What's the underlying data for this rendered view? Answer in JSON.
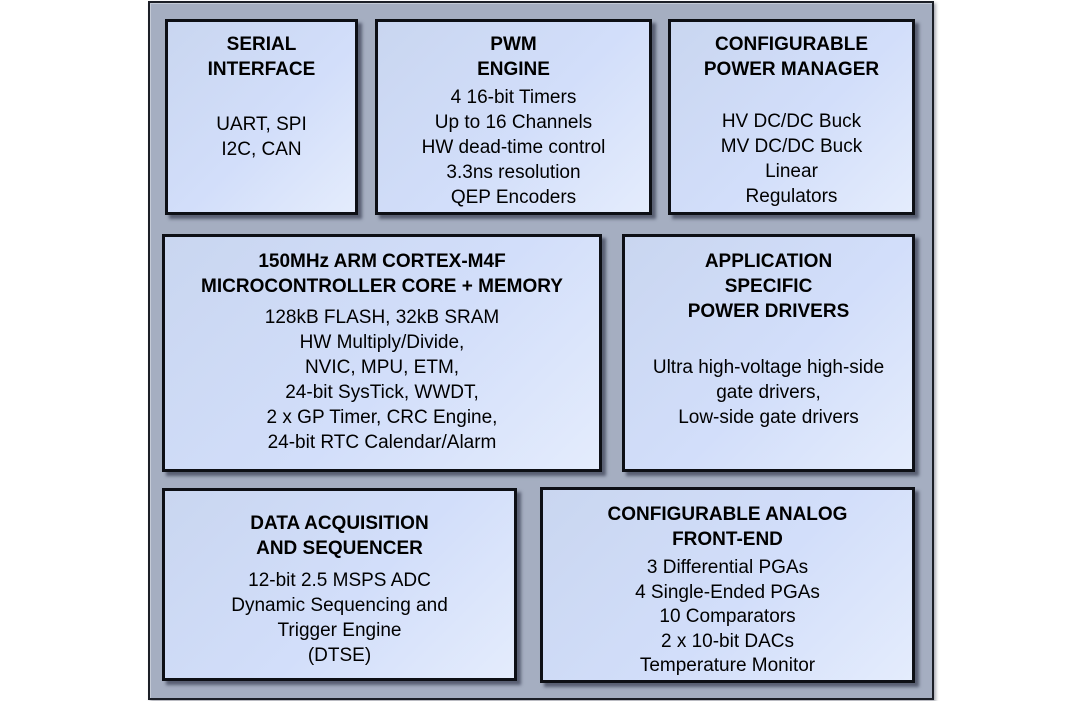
{
  "diagram": {
    "type": "block-diagram",
    "description": "Microcontroller SoC block diagram",
    "colors": {
      "page_background": "#ffffff",
      "chip_background": "#a5aec1",
      "chip_border": "#1c1f27",
      "block_fill": "#d2defa",
      "block_border": "#0d0f15",
      "text": "#000000"
    },
    "blocks": {
      "serial_interface": {
        "title_lines": [
          "SERIAL",
          "INTERFACE"
        ],
        "items": [
          "UART, SPI",
          "I2C, CAN"
        ]
      },
      "pwm_engine": {
        "title_lines": [
          "PWM",
          "ENGINE"
        ],
        "items": [
          "4 16-bit Timers",
          "Up to 16 Channels",
          "HW dead-time control",
          "3.3ns resolution",
          "QEP Encoders"
        ]
      },
      "configurable_power_manager": {
        "title_lines": [
          "CONFIGURABLE",
          "POWER MANAGER"
        ],
        "items": [
          "HV DC/DC Buck",
          "MV DC/DC Buck",
          "Linear",
          "Regulators"
        ]
      },
      "mcu_core": {
        "title_lines": [
          "150MHz ARM CORTEX-M4F",
          "MICROCONTROLLER CORE + MEMORY"
        ],
        "items": [
          "128kB FLASH, 32kB SRAM",
          "HW Multiply/Divide,",
          "NVIC, MPU, ETM,",
          "24-bit SysTick, WWDT,",
          "2 x GP Timer, CRC Engine,",
          "24-bit RTC Calendar/Alarm"
        ]
      },
      "application_power_drivers": {
        "title_lines": [
          "APPLICATION",
          "SPECIFIC",
          "POWER DRIVERS"
        ],
        "items": [
          "Ultra high-voltage high-side",
          "gate drivers,",
          "Low-side gate drivers"
        ]
      },
      "data_acquisition": {
        "title_lines": [
          "DATA ACQUISITION",
          "AND SEQUENCER"
        ],
        "items": [
          "12-bit 2.5 MSPS ADC",
          "Dynamic Sequencing and",
          "Trigger Engine",
          "(DTSE)"
        ]
      },
      "analog_front_end": {
        "title_lines": [
          "CONFIGURABLE ANALOG",
          "FRONT-END"
        ],
        "items": [
          "3 Differential PGAs",
          "4 Single-Ended PGAs",
          "10 Comparators",
          "2 x 10-bit DACs",
          "Temperature Monitor"
        ]
      }
    }
  }
}
